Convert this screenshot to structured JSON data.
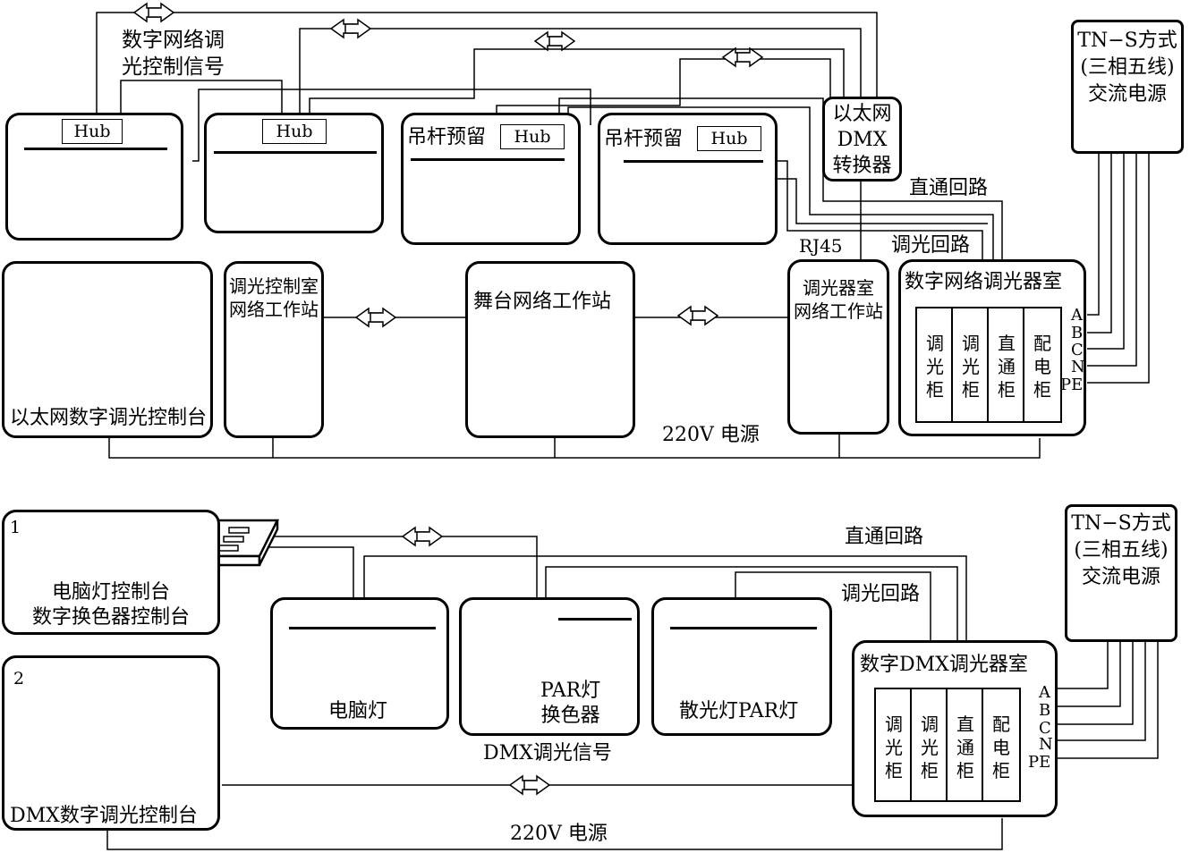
{
  "top": {
    "network_signal_label": "数字网络调\n光控制信号",
    "hub_label": "Hub",
    "batten_label": "吊杆预留",
    "ethernet_dmx_converter": "以太网\nDMX\n转换器",
    "tns_power": "TN−S方式\n(三相五线)\n交流电源",
    "direct_circuit": "直通回路",
    "dimming_circuit": "调光回路",
    "rj45": "RJ45",
    "console_label": "以太网数字调光控制台",
    "control_room_ws": "调光控制室\n网络工作站",
    "stage_ws": "舞台网络工作站",
    "dimmer_room_ws": "调光器室\n网络工作站",
    "dimmer_room": "数字网络调光器室",
    "power_220": "220V 电源",
    "cabinets": [
      "调\n光\n柜",
      "调\n光\n柜",
      "直\n通\n柜",
      "配\n电\n柜"
    ],
    "phases": [
      "A",
      "B",
      "C",
      "N",
      "PE"
    ]
  },
  "bottom": {
    "console1_num": "1",
    "console1_label": "电脑灯控制台\n数字换色器控制台",
    "console2_num": "2",
    "console2_label": "DMX数字调光控制台",
    "moving_lights": "电脑灯",
    "par_changer": "PAR灯\n换色器",
    "flood_par": "散光灯PAR灯",
    "dmx_signal": "DMX调光信号",
    "direct_circuit": "直通回路",
    "dimming_circuit": "调光回路",
    "tns_power": "TN−S方式\n(三相五线)\n交流电源",
    "dimmer_room": "数字DMX调光器室",
    "power_220": "220V 电源",
    "cabinets": [
      "调\n光\n柜",
      "调\n光\n柜",
      "直\n通\n柜",
      "配\n电\n柜"
    ],
    "phases": [
      "A",
      "B",
      "C",
      "N",
      "PE"
    ]
  }
}
